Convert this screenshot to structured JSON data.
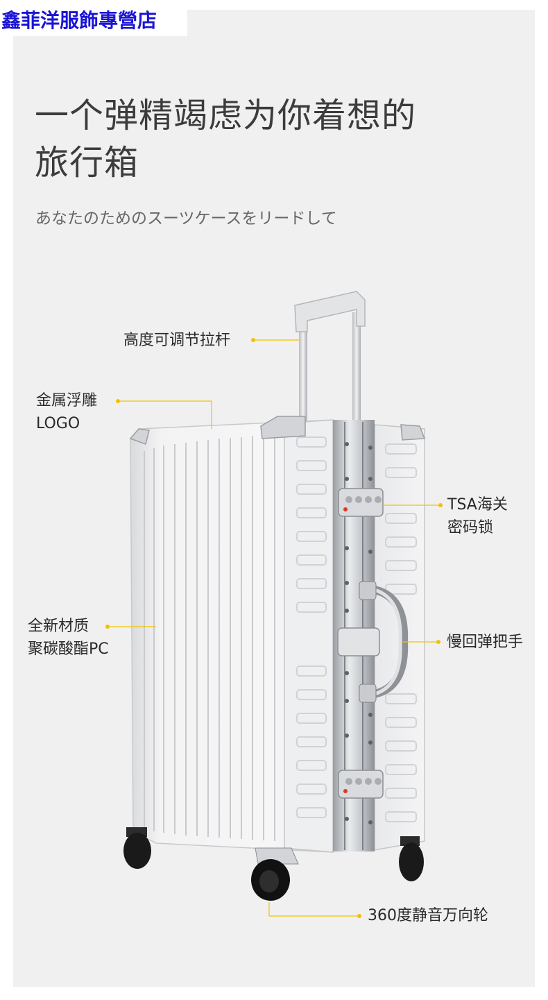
{
  "store": {
    "name": "鑫菲洋服飾專營店"
  },
  "headline": {
    "line1": "一个弹精竭虑为你着想的",
    "line2": "旅行箱"
  },
  "subtitle": "あなたのためのスーツケースをリードして",
  "callouts": {
    "handle_rod": "高度可调节拉杆",
    "logo_line1": "金属浮雕",
    "logo_line2": "LOGO",
    "lock_line1": "TSA海关",
    "lock_line2": "密码锁",
    "material_line1": "全新材质",
    "material_line2": "聚碳酸酯PC",
    "grip": "慢回弹把手",
    "wheels": "360度静音万向轮"
  },
  "colors": {
    "accent": "#f2c200",
    "panel_bg": "#f0f0f0",
    "store_text": "#1a14d6"
  }
}
